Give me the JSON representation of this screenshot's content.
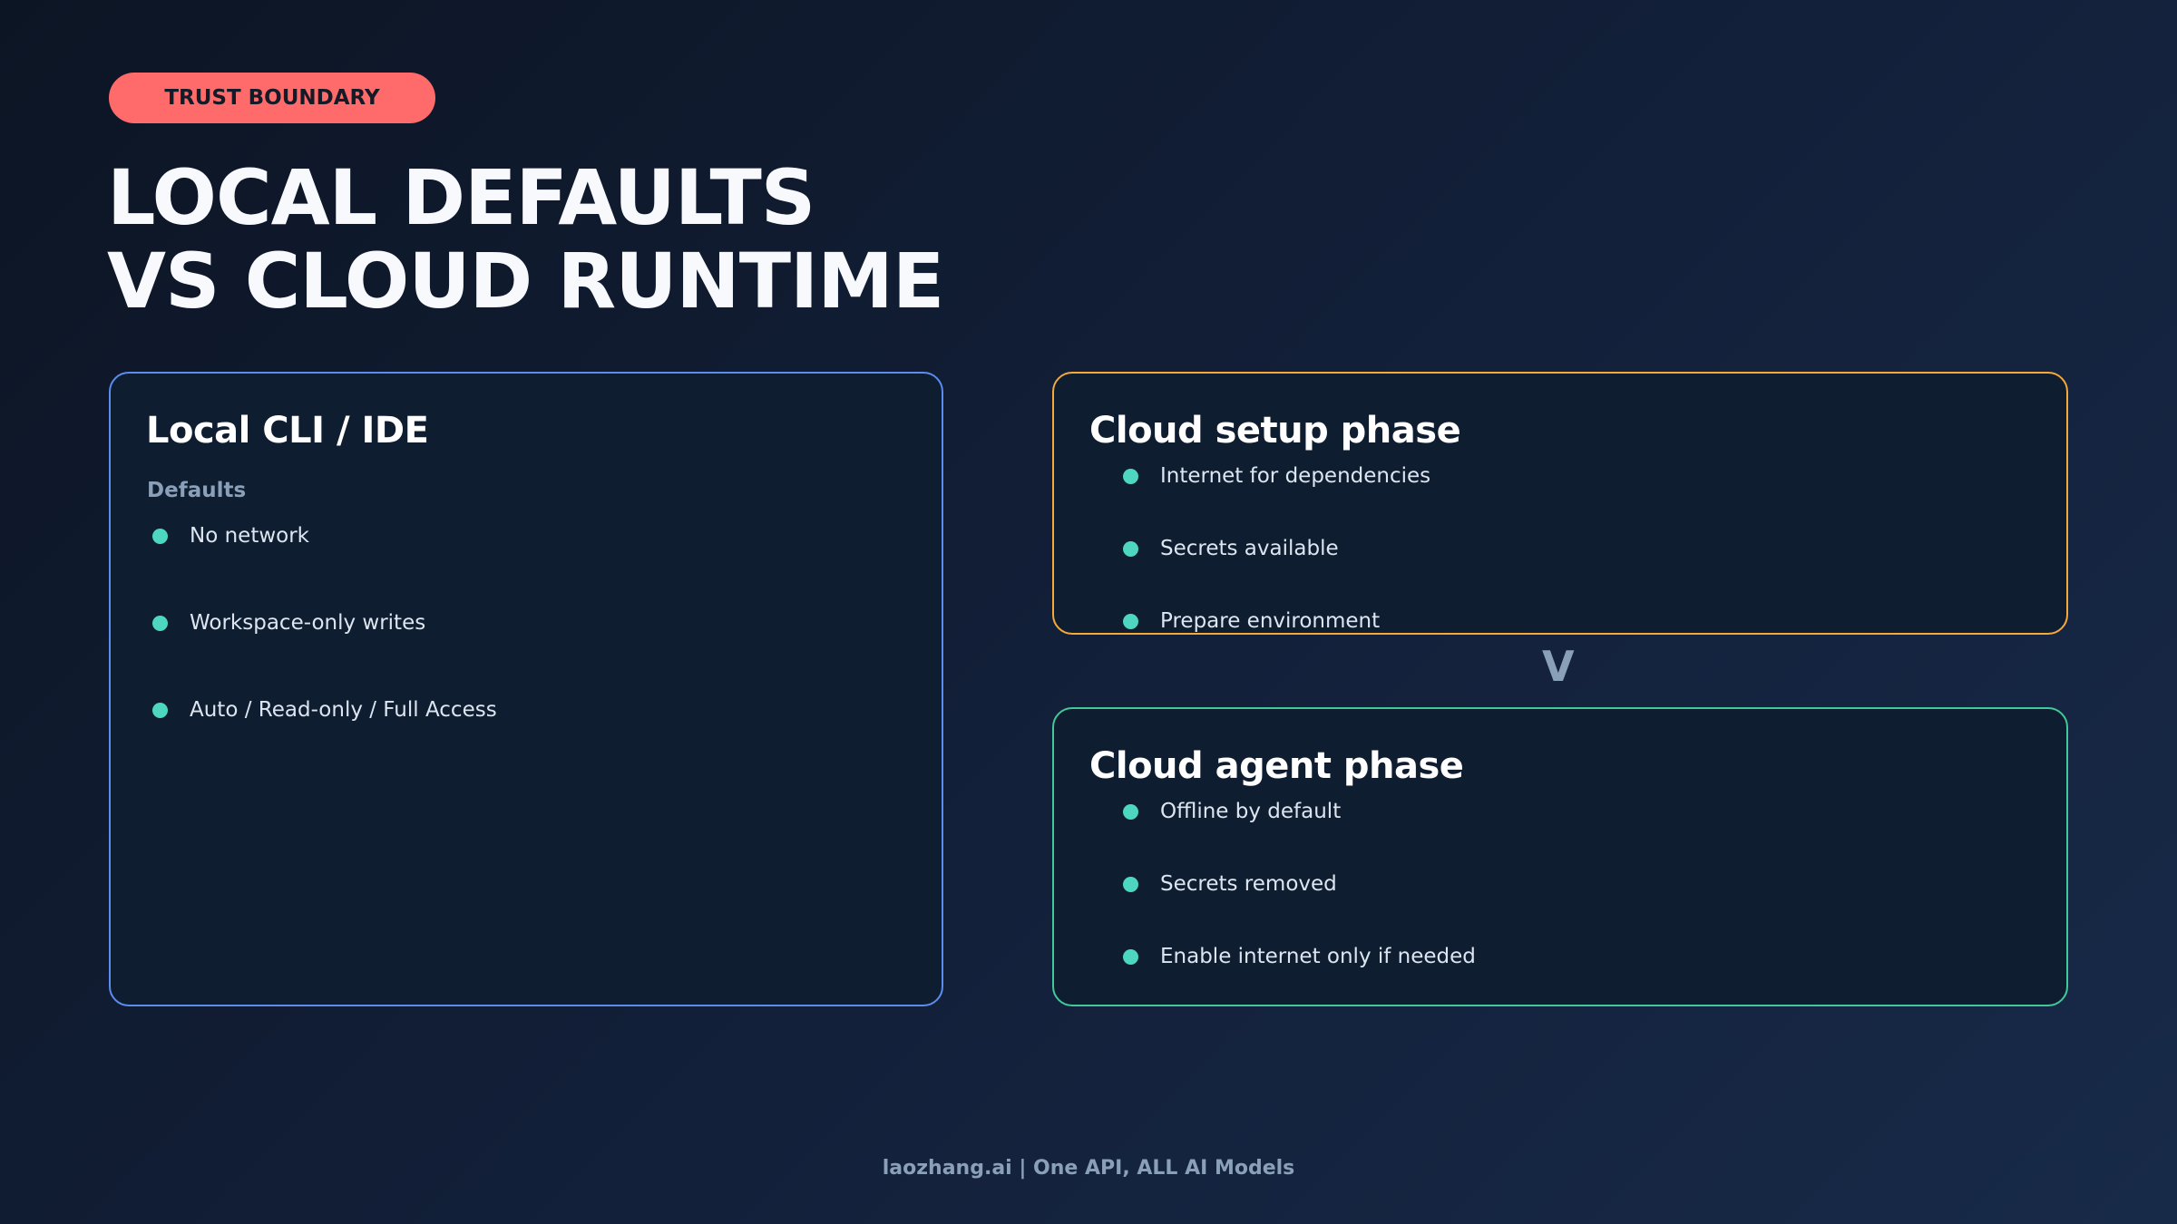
{
  "badge": "TRUST BOUNDARY",
  "title": {
    "line1": "LOCAL DEFAULTS",
    "line2": "VS CLOUD RUNTIME"
  },
  "local": {
    "title": "Local CLI / IDE",
    "subtitle": "Defaults",
    "items": [
      "No network",
      "Workspace-only writes",
      "Auto / Read-only / Full Access"
    ],
    "border_color": "#5b8def"
  },
  "setup": {
    "title": "Cloud setup phase",
    "items": [
      "Internet for dependencies",
      "Secrets available",
      "Prepare environment"
    ],
    "border_color": "#f5a93b"
  },
  "arrow": "V",
  "agent": {
    "title": "Cloud agent phase",
    "items": [
      "Offline by default",
      "Secrets removed",
      "Enable internet only if needed"
    ],
    "border_color": "#42c99a"
  },
  "footer": "laozhang.ai | One API, ALL AI Models",
  "colors": {
    "badge": "#ff6b6b",
    "bullet": "#4fd6c0"
  }
}
